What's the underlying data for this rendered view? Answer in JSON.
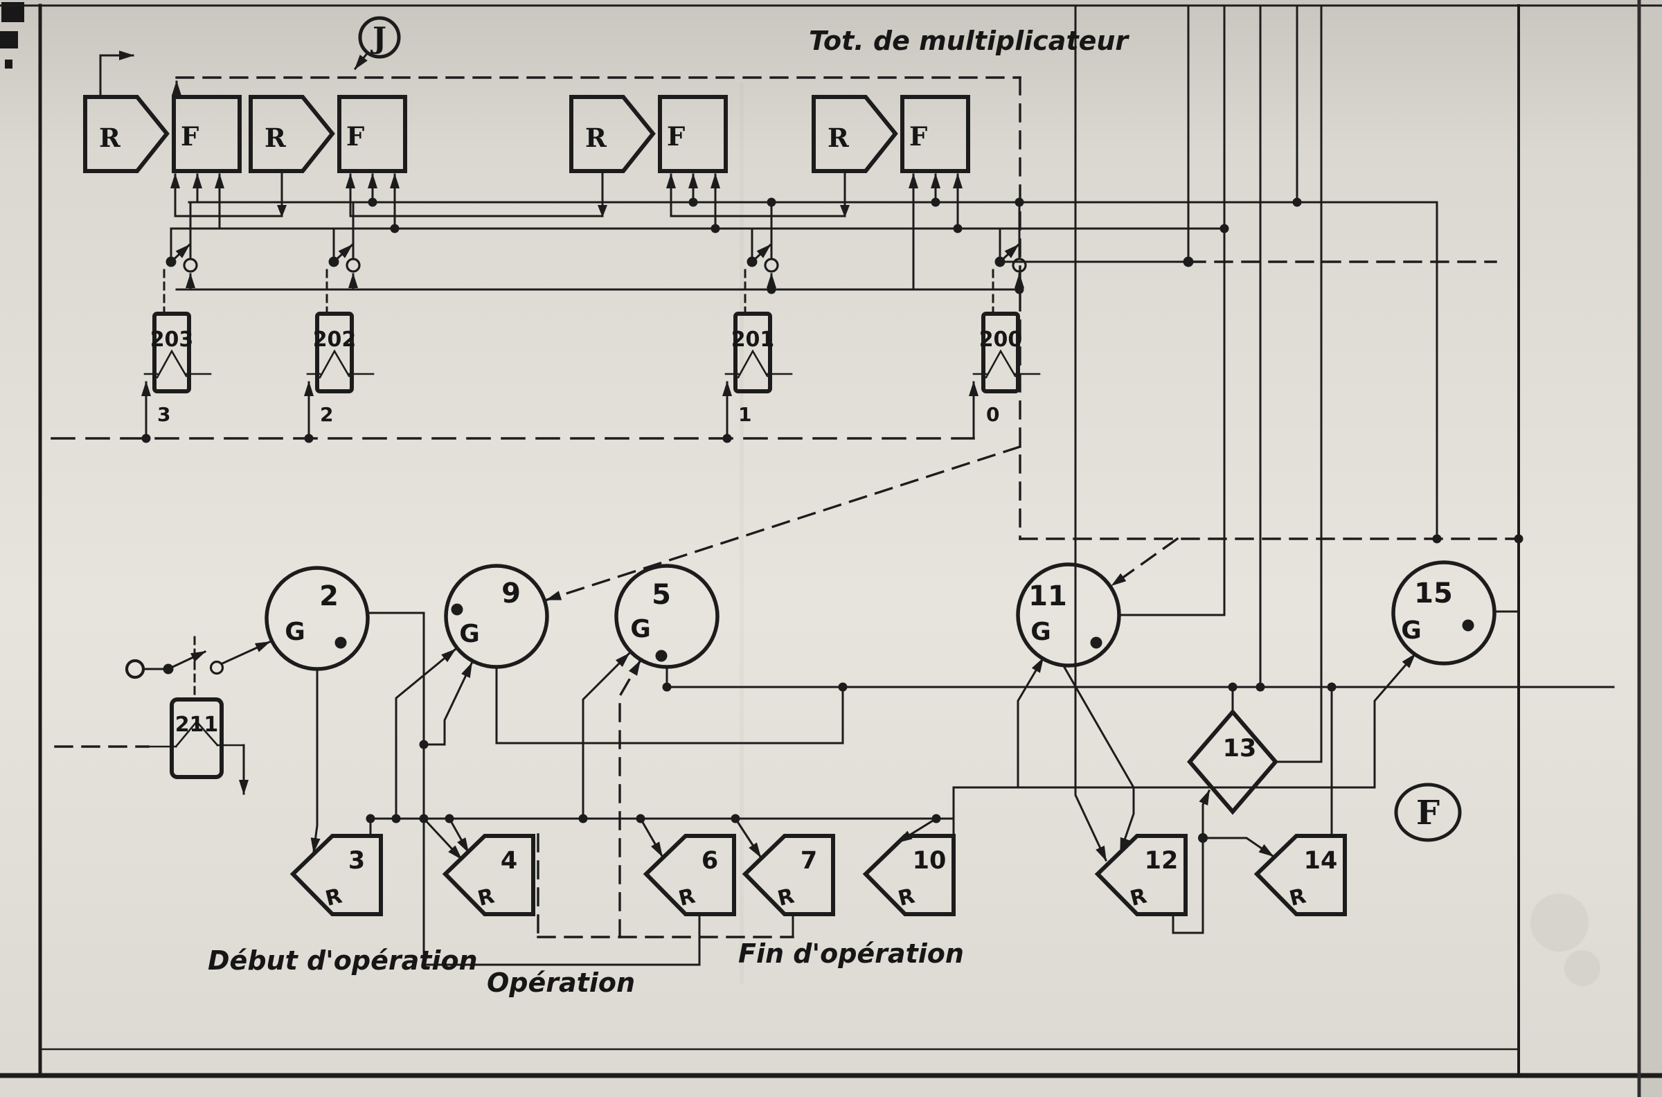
{
  "diagram": {
    "title": "Tot. de multiplicateur",
    "markers": {
      "j": "J",
      "f": "F"
    },
    "register_pairs": [
      {
        "reader": "R",
        "flipflop": "F"
      },
      {
        "reader": "R",
        "flipflop": "F"
      },
      {
        "reader": "R",
        "flipflop": "F"
      },
      {
        "reader": "R",
        "flipflop": "F"
      }
    ],
    "counters": [
      {
        "label": "203",
        "digit": "3"
      },
      {
        "label": "202",
        "digit": "2"
      },
      {
        "label": "201",
        "digit": "1"
      },
      {
        "label": "200",
        "digit": "0"
      }
    ],
    "start_counter": {
      "label": "211"
    },
    "gates": [
      {
        "number": "2",
        "letter": "G"
      },
      {
        "number": "9",
        "letter": "G"
      },
      {
        "number": "5",
        "letter": "G"
      },
      {
        "number": "11",
        "letter": "G"
      },
      {
        "number": "15",
        "letter": "G"
      }
    ],
    "reset_blocks": [
      {
        "number": "3",
        "letter": "R"
      },
      {
        "number": "4",
        "letter": "R"
      },
      {
        "number": "6",
        "letter": "R"
      },
      {
        "number": "7",
        "letter": "R"
      },
      {
        "number": "10",
        "letter": "R"
      },
      {
        "number": "12",
        "letter": "R"
      },
      {
        "number": "14",
        "letter": "R"
      }
    ],
    "decision": {
      "number": "13"
    },
    "captions": {
      "start": "Début d'opération",
      "operation": "Opération",
      "end": "Fin d'opération"
    }
  }
}
